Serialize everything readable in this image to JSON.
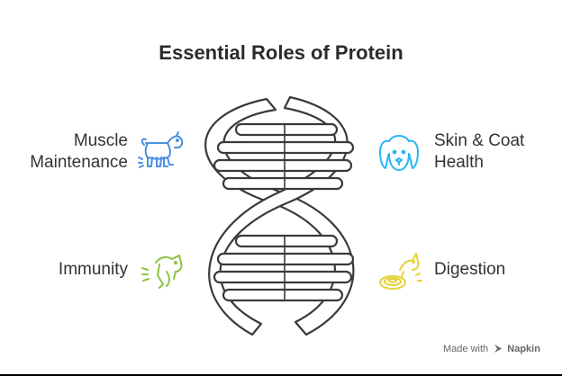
{
  "title": "Essential Roles of Protein",
  "roles": {
    "muscle": {
      "line1": "Muscle",
      "line2": "Maintenance",
      "icon": "dog-walking-icon",
      "color": "#4a90e2"
    },
    "immunity": {
      "line1": "Immunity",
      "icon": "dog-shield-icon",
      "color": "#8cc63f"
    },
    "skin": {
      "line1": "Skin & Coat",
      "line2": "Health",
      "icon": "dog-face-icon",
      "color": "#29b6f6"
    },
    "digestion": {
      "line1": "Digestion",
      "icon": "dog-bowl-icon",
      "color": "#e6d33a"
    }
  },
  "watermark": {
    "prefix": "Made with",
    "brand": "Napkin"
  },
  "colors": {
    "outline": "#3a3a3a",
    "text": "#333333"
  }
}
